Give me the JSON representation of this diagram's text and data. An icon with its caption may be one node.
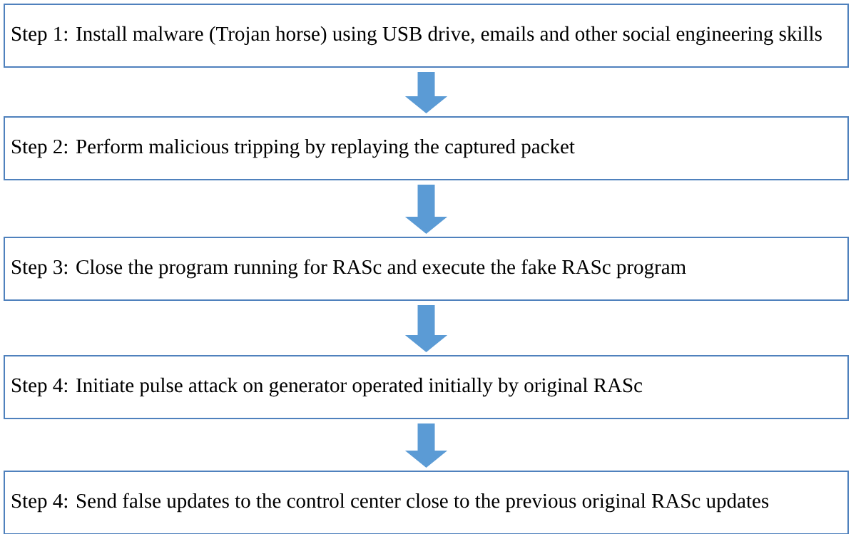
{
  "diagram": {
    "nodes": [
      {
        "text": [
          "Step 1: Install malware (Trojan horse) using USB drive, emails and other social engineering skills"
        ]
      },
      {
        "text": [
          "Step 2: Perform malicious tripping by replaying the captured packet"
        ]
      },
      {
        "text": [
          "Step 3: Close the program running for RASc and execute the fake RASc program"
        ]
      },
      {
        "text": [
          "Step 4: Initiate pulse attack on generator operated initially by original RASc"
        ]
      },
      {
        "text": [
          "Step 4: Send false updates to the control center close to the previous original RASc updates"
        ]
      }
    ],
    "edges": [
      {
        "from": 0,
        "to": 1,
        "arrow": "to"
      },
      {
        "from": 1,
        "to": 2,
        "arrow": "to"
      },
      {
        "from": 2,
        "to": 3,
        "arrow": "to"
      },
      {
        "from": 3,
        "to": 4,
        "arrow": "to"
      }
    ]
  }
}
